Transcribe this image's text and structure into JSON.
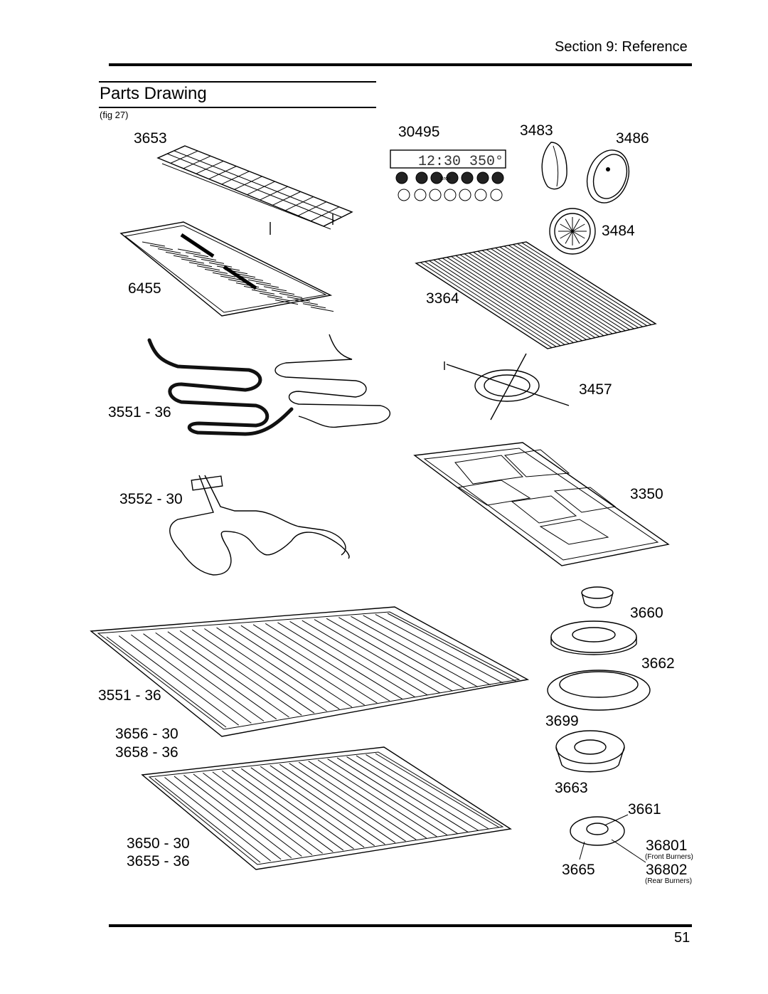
{
  "header": {
    "section": "Section 9: Reference"
  },
  "title": "Parts Drawing",
  "fig": "(fig 27)",
  "labels": {
    "p3653": "3653",
    "p30495": "30495",
    "p3483": "3483",
    "p3486": "3486",
    "p3484": "3484",
    "p6455": "6455",
    "p3364": "3364",
    "p3457": "3457",
    "p3551a": "3551 - 36",
    "p3552": "3552 - 30",
    "p3350": "3350",
    "p3660": "3660",
    "p3662": "3662",
    "p3551b": "3551 - 36",
    "p3699": "3699",
    "p3656": "3656 - 30",
    "p3658": "3658 - 36",
    "p3663": "3663",
    "p3661": "3661",
    "p3650": "3650 - 30",
    "p3655": "3655 - 36",
    "p36801": "36801",
    "front": "(Front Burners)",
    "p3665": "3665",
    "p36802": "36802",
    "rear": "(Rear Burners)"
  },
  "display": {
    "time": "12:30",
    "temp": "350°",
    "mode": "Broil"
  },
  "page_number": "51"
}
